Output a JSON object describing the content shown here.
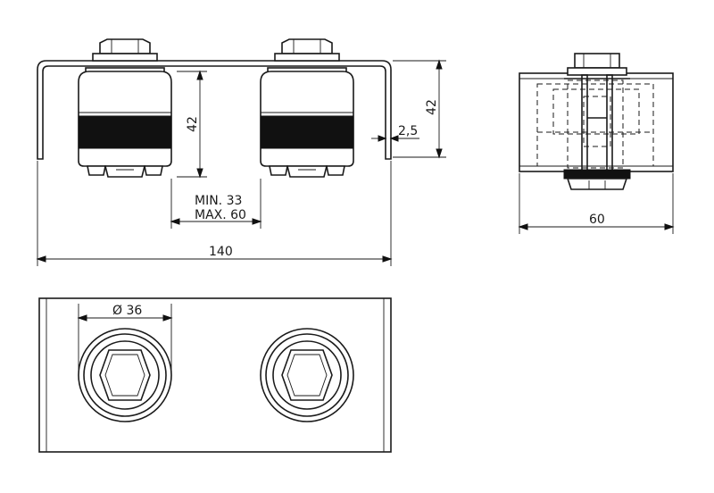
{
  "dimensions": {
    "wheel_height": "42",
    "overall_height": "42",
    "thickness": "2,5",
    "spacing_min": "MIN. 33",
    "spacing_max": "MAX. 60",
    "overall_length": "140",
    "side_width": "60",
    "wheel_diameter": "Ø 36"
  },
  "colors": {
    "line": "#1a1a1a",
    "background": "#ffffff"
  }
}
